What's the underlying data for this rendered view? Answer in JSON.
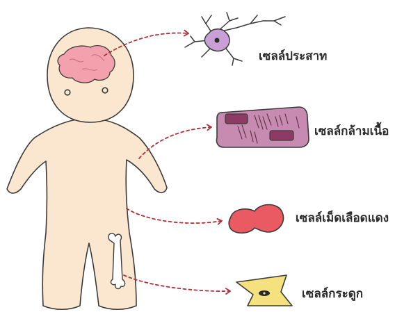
{
  "diagram": {
    "labels": {
      "nerve_cell": "เซลล์ประสาท",
      "muscle_cell": "เซลล์กล้ามเนื้อ",
      "red_blood_cell": "เซลล์เม็ดเลือดแดง",
      "bone_cell": "เซลล์กระดูก"
    }
  },
  "colors": {
    "skin": "#fbe7cf",
    "outline": "#3a3a3a",
    "brain": "#f2a1ad",
    "neuron": "#c9a0d6",
    "muscle": "#c78ab0",
    "muscle_dark": "#8e3a66",
    "blood": "#ea5a63",
    "bone_cell": "#f5e27e",
    "arrow": "#b0303a"
  }
}
